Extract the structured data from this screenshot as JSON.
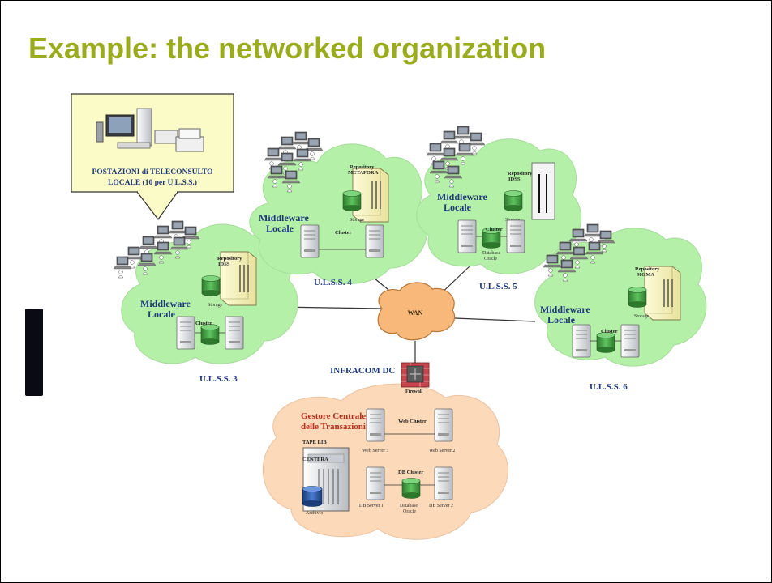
{
  "slide": {
    "title": "Example: the networked organization"
  },
  "callout": {
    "label_line1": "POSTAZIONI di TELECONSULTO",
    "label_line2": "LOCALE (10 per U.L.S.S.)"
  },
  "wan": {
    "label": "WAN"
  },
  "infracom": {
    "label": "INFRACOM DC",
    "firewall_label": "Firewall"
  },
  "clouds": [
    {
      "id": "ulss3",
      "name": "U.L.S.S. 3",
      "middleware_line1": "Middleware",
      "middleware_line2": "Locale",
      "repo_line1": "Repository",
      "repo_line2": "IDSS",
      "storage": "Storage",
      "cluster": "Cluster"
    },
    {
      "id": "ulss4",
      "name": "U.L.S.S. 4",
      "middleware_line1": "Middleware",
      "middleware_line2": "Locale",
      "repo_line1": "Repository",
      "repo_line2": "METAFORA",
      "storage": "Storage",
      "cluster": "Cluster"
    },
    {
      "id": "ulss5",
      "name": "U.L.S.S. 5",
      "middleware_line1": "Middleware",
      "middleware_line2": "Locale",
      "repo_line1": "Repository",
      "repo_line2": "IDSS",
      "storage": "Storage",
      "cluster": "Cluster",
      "db_line1": "Database",
      "db_line2": "Oracle"
    },
    {
      "id": "ulss6",
      "name": "U.L.S.S. 6",
      "middleware_line1": "Middleware",
      "middleware_line2": "Locale",
      "repo_line1": "Repository",
      "repo_line2": "SIGMA",
      "storage": "Storage",
      "cluster": "Cluster"
    }
  ],
  "central": {
    "title_line1": "Gestore Centrale",
    "title_line2": "delle Transazioni",
    "web_cluster": "Web Cluster",
    "web_server_1": "Web Server 1",
    "web_server_2": "Web Server 2",
    "db_cluster": "DB Cluster",
    "db_server_1": "DB Server 1",
    "db_server_2": "DB Server 2",
    "database_line1": "Database",
    "database_line2": "Oracle",
    "tape_lib": "TAPE LIB",
    "centera": "CENTERA",
    "archive": "Archivio"
  },
  "colors": {
    "title": "#9aab1d",
    "local_cloud": "#b5f0a8",
    "central_cloud": "#fcd9b8",
    "wan_cloud": "#f7b87a",
    "label_navy": "#1f3a7a",
    "central_title": "#b5301e",
    "callout_fill": "#fbfbc8"
  }
}
